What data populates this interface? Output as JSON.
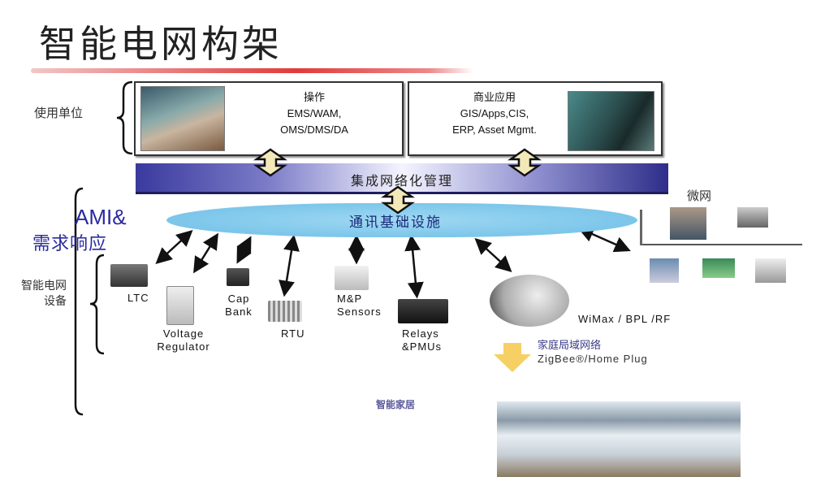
{
  "title": "智能电网构架",
  "users_label": "使用单位",
  "operations_box": {
    "heading": "操作",
    "line1": "EMS/WAM,",
    "line2": "OMS/DMS/DA"
  },
  "business_box": {
    "heading": "商业应用",
    "line1": "GIS/Apps,CIS,",
    "line2": "ERP, Asset Mgmt."
  },
  "integration_bar": "集成网络化管理",
  "comm_cloud": "通讯基础设施",
  "ami_label": "AMI&",
  "demand_label": "需求响应",
  "devices_label": {
    "line1": "智能电网",
    "line2": "设备"
  },
  "devices": {
    "ltc": "LTC",
    "voltage_regulator": {
      "line1": "Voltage",
      "line2": "Regulator"
    },
    "cap_bank": {
      "line1": "Cap",
      "line2": "Bank"
    },
    "rtu": "RTU",
    "mp_sensors": {
      "line1": "M&P",
      "line2": "Sensors"
    },
    "relays": {
      "line1": "Relays",
      "line2": "&PMUs"
    }
  },
  "microgrid_label": "微网",
  "wan_label": "WiMax / BPL /RF",
  "han_label": "家庭局域网络",
  "han_tech": "ZigBee®/Home Plug",
  "smart_home": "智能家居",
  "colors": {
    "bar": "#3a3a9e",
    "cloud": "#7cc6ea",
    "accent": "#2a2aa0",
    "title_underline": "#e23a3a"
  }
}
